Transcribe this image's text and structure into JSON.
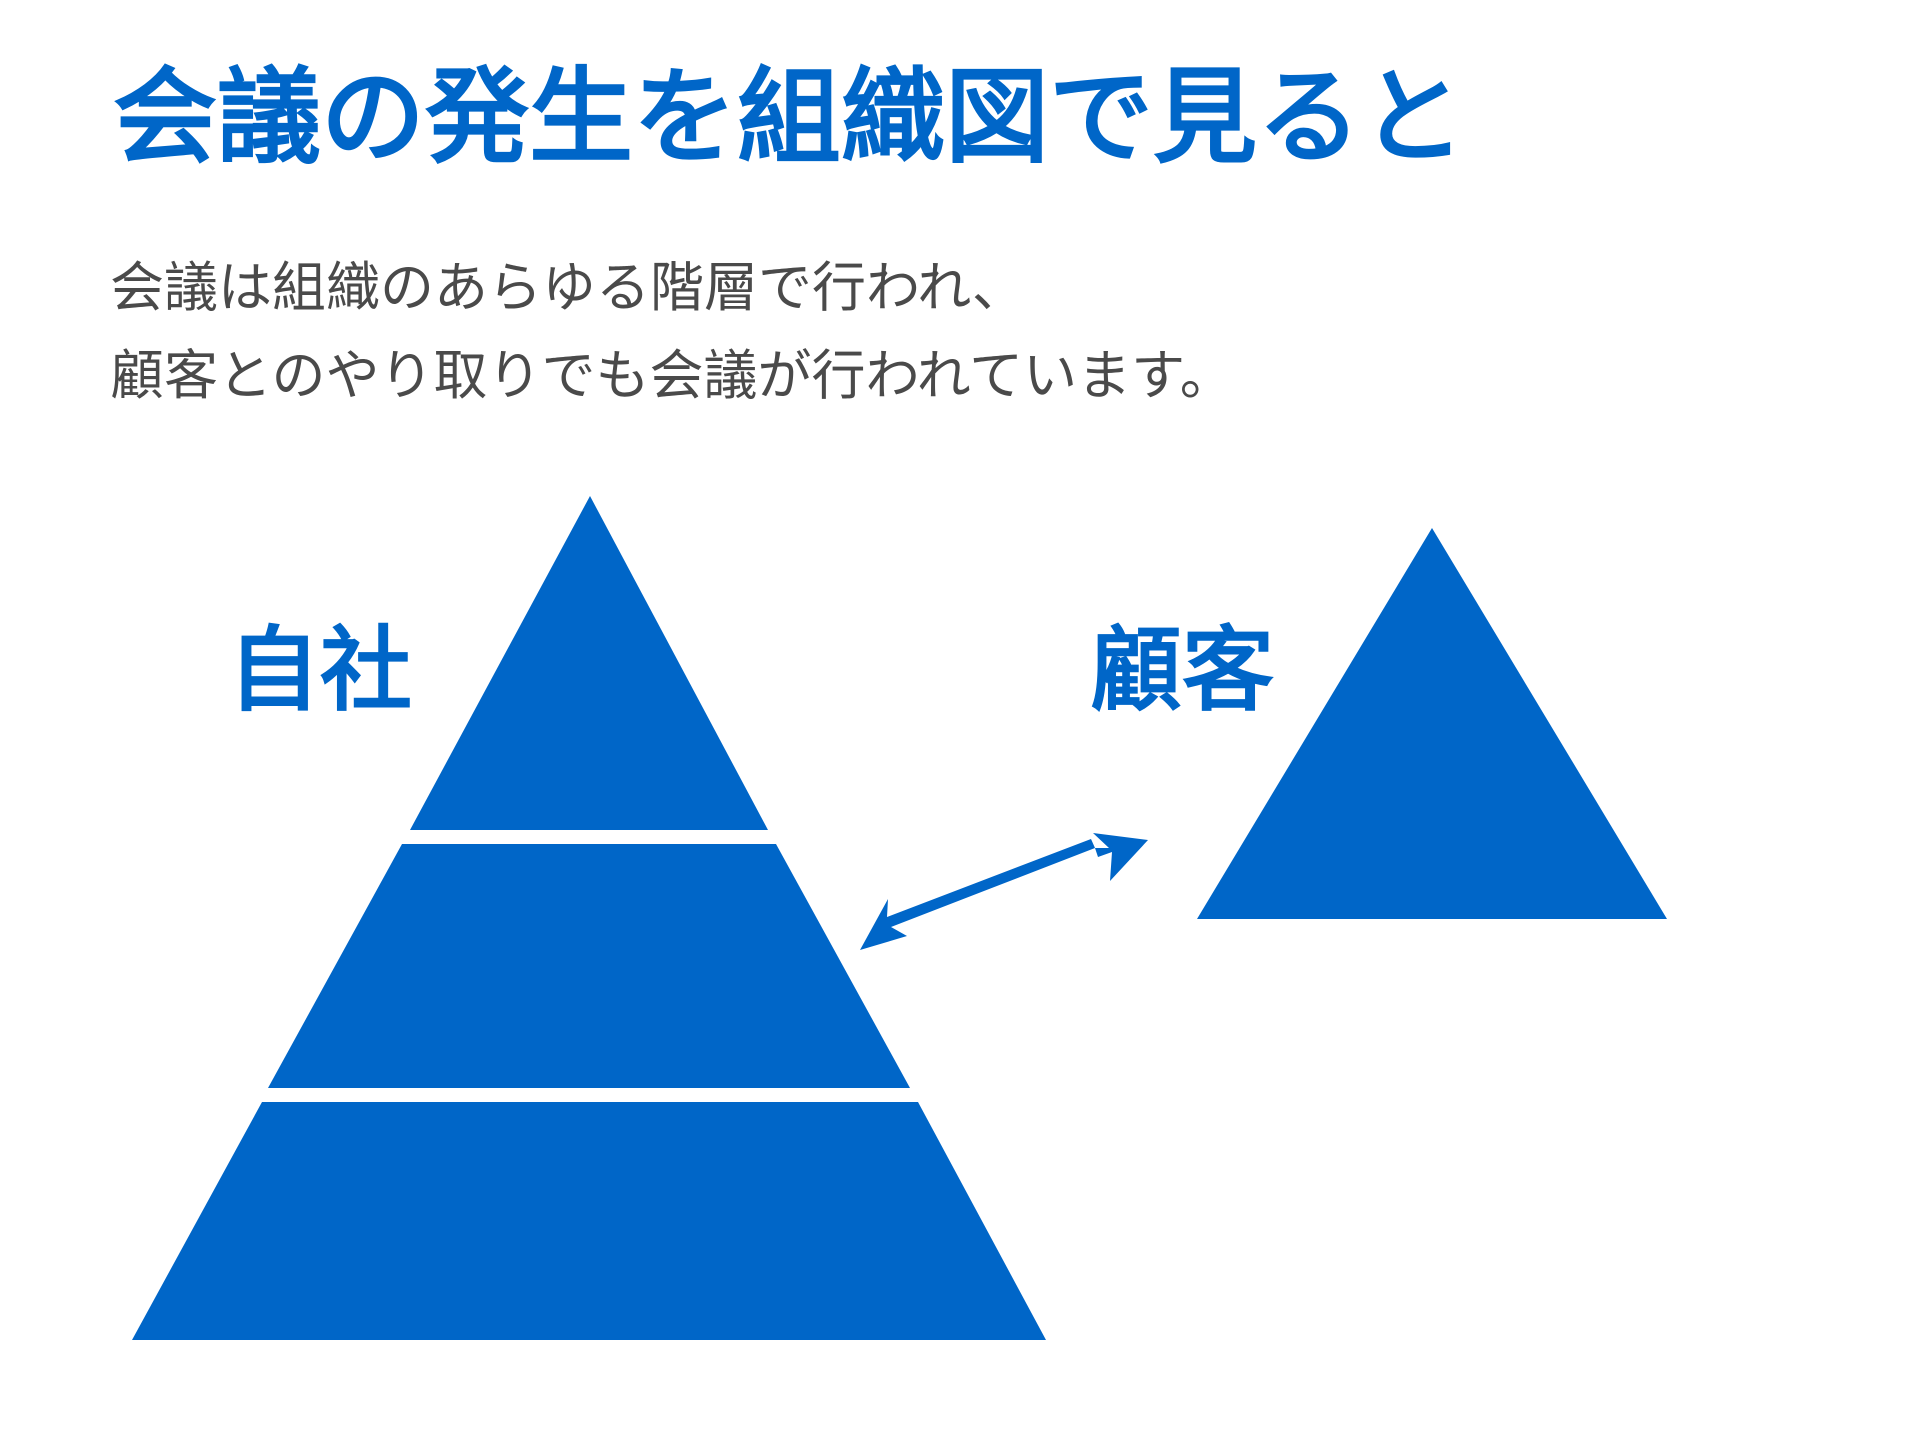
{
  "title": "会議の発生を組織図で見ると",
  "subtitle": {
    "lines": [
      "会議は組織のあらゆる階層で行われ、",
      "顧客とのやり取りでも会議が行われています。"
    ]
  },
  "diagram": {
    "company_label": "自社",
    "customer_label": "顧客",
    "company_pyramid_levels": 3,
    "customer_pyramid_levels": 1,
    "connector": "bidirectional-arrow",
    "colors": {
      "primary": "#0066c8",
      "body_text": "#4a4a4a",
      "background": "#ffffff"
    }
  }
}
